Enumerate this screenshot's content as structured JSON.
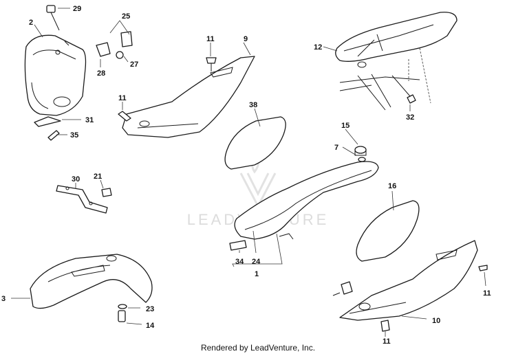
{
  "diagram": {
    "watermark": "LEADVENTURE",
    "footer": "Rendered by LeadVenture, Inc.",
    "callouts": {
      "c29": "29",
      "c25": "25",
      "c2": "2",
      "c28": "28",
      "c27": "27",
      "c31": "31",
      "c35": "35",
      "c11a": "11",
      "c9": "9",
      "c11b": "11",
      "c38": "38",
      "c12": "12",
      "c32": "32",
      "c15": "15",
      "c7": "7",
      "c16": "16",
      "c30": "30",
      "c21": "21",
      "c34": "34",
      "c24": "24",
      "c1": "1",
      "c3": "3",
      "c23": "23",
      "c14": "14",
      "c11c": "11",
      "c10": "10",
      "c11d": "11"
    }
  }
}
